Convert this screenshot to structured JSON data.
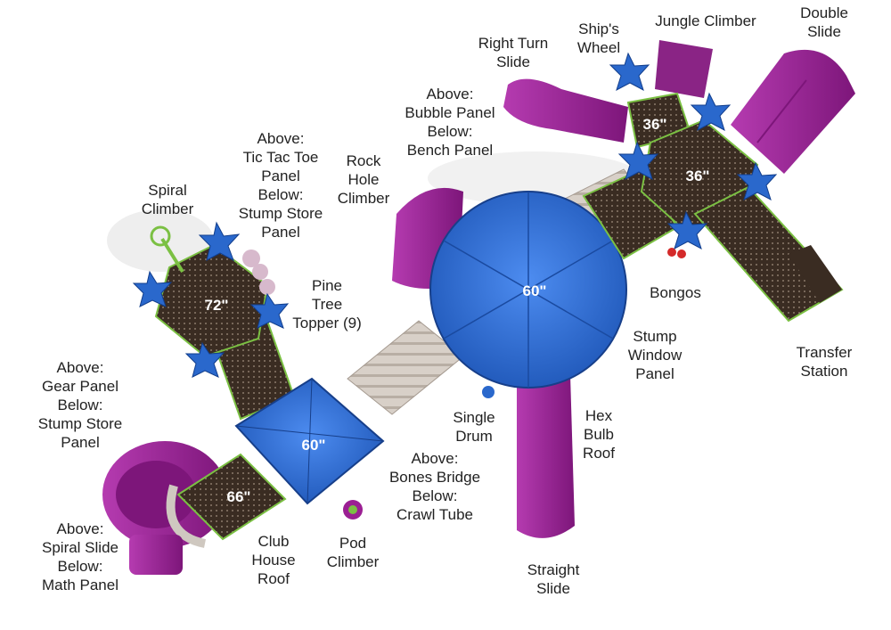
{
  "colors": {
    "deck": "#3a2c22",
    "roof_blue": "#2f6fd6",
    "slide_purple": "#9b1f93",
    "star_blue": "#2a68cc",
    "green_frame": "#7bc043",
    "bridge_gray": "#c9c0b8"
  },
  "heights": {
    "deck_72": "72\"",
    "roof_60_left": "60\"",
    "roof_60_center": "60\"",
    "deck_66": "66\"",
    "deck_36_top": "36\"",
    "deck_36_main": "36\""
  },
  "labels": {
    "ships_wheel": "Ship's\nWheel",
    "jungle_climber": "Jungle Climber",
    "double_slide": "Double\nSlide",
    "right_turn_slide": "Right Turn\nSlide",
    "bubble_bench": "Above:\nBubble Panel\nBelow:\nBench Panel",
    "tic_tac_toe": "Above:\nTic Tac Toe\nPanel\nBelow:\nStump Store\nPanel",
    "rock_hole_climber": "Rock\nHole\nClimber",
    "spiral_climber": "Spiral\nClimber",
    "pine_tree_topper": "Pine\nTree\nTopper (9)",
    "bongos": "Bongos",
    "stump_window": "Stump\nWindow\nPanel",
    "transfer_station": "Transfer\nStation",
    "gear_panel": "Above:\nGear Panel\nBelow:\nStump Store\nPanel",
    "single_drum": "Single\nDrum",
    "hex_bulb_roof": "Hex\nBulb\nRoof",
    "bones_bridge": "Above:\nBones Bridge\nBelow:\nCrawl Tube",
    "spiral_slide_math": "Above:\nSpiral Slide\nBelow:\nMath Panel",
    "club_house_roof": "Club\nHouse\nRoof",
    "pod_climber": "Pod\nClimber",
    "straight_slide": "Straight\nSlide"
  }
}
